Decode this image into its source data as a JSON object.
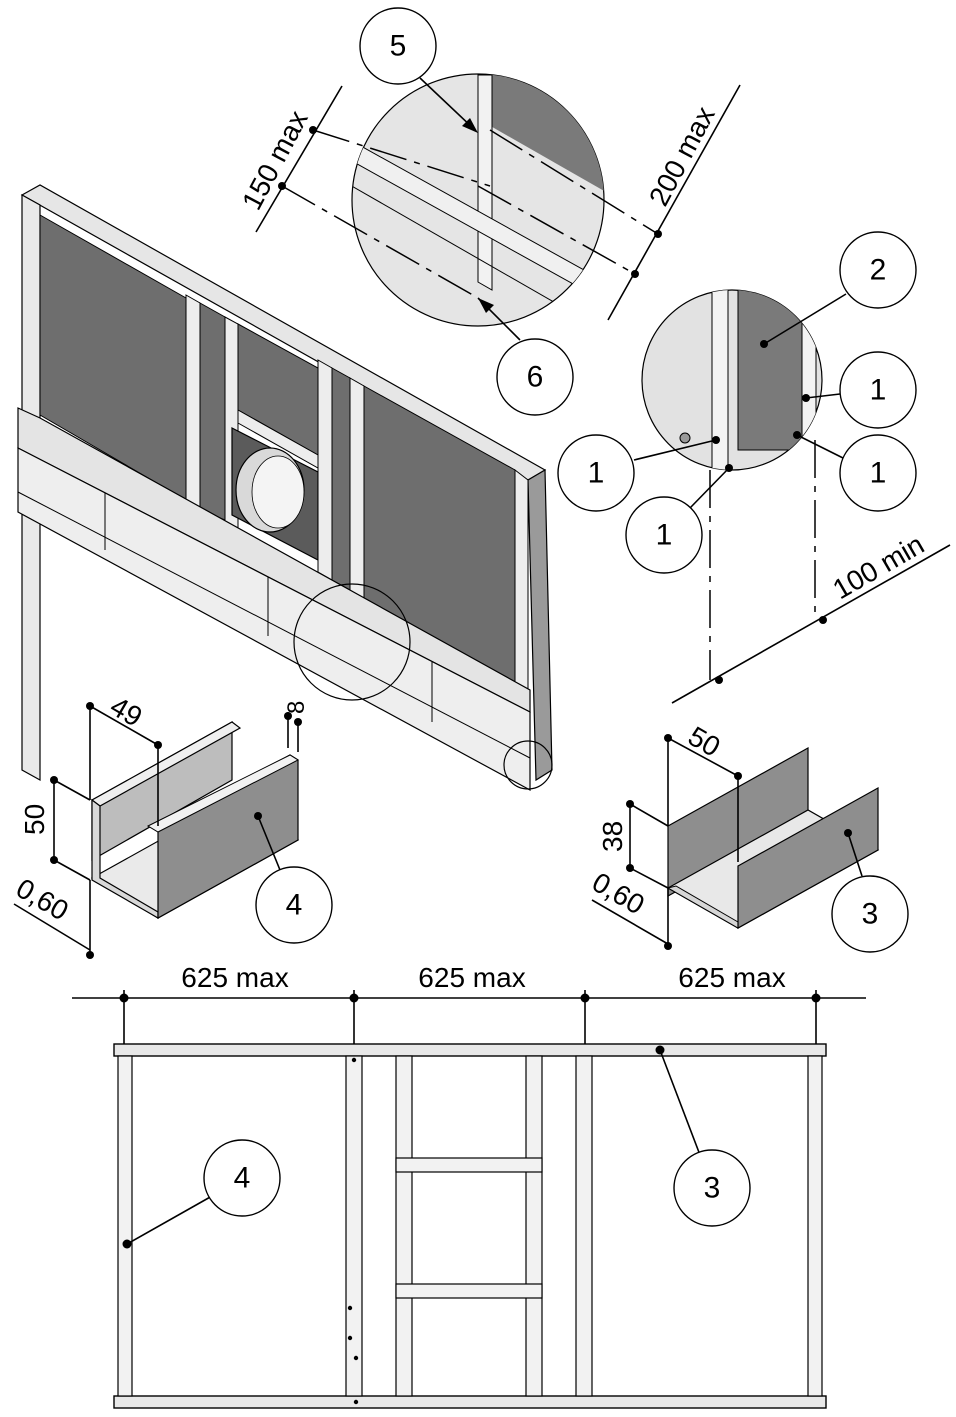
{
  "callouts": {
    "c5": "5",
    "c6": "6",
    "c2": "2",
    "c1a": "1",
    "c1b": "1",
    "c1c": "1",
    "c1d": "1",
    "c4_profile": "4",
    "c3_profile": "3",
    "c4_frame": "4",
    "c3_frame": "3"
  },
  "dimensions": {
    "d150": "150 max",
    "d200": "200 max",
    "d100": "100 min",
    "d49": "49",
    "d50_left": "50",
    "d060_left": "0,60",
    "d8": "8",
    "d50_right": "50",
    "d38": "38",
    "d060_right": "0,60",
    "span1": "625 max",
    "span2": "625 max",
    "span3": "625 max"
  },
  "colors": {
    "panel": "#6f6f6f",
    "panel_dark": "#5a5a5a",
    "metal_light": "#ececec",
    "metal_mid": "#cfcfcf",
    "metal_dark": "#8a8a8a"
  }
}
